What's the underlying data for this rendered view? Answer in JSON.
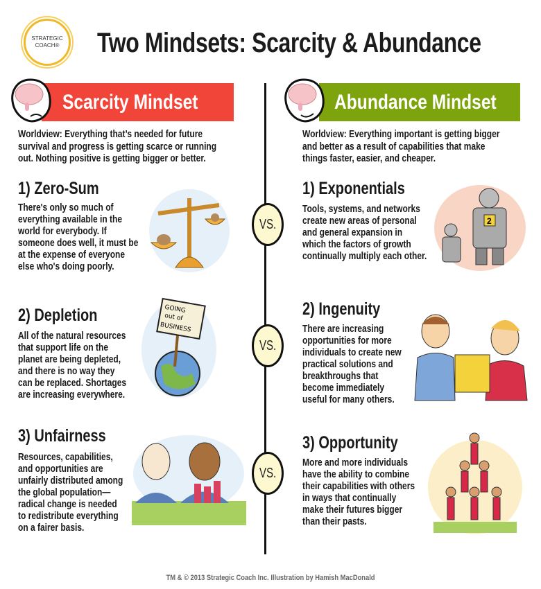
{
  "header": {
    "logo_text": "STRATEGIC\nCOACH®",
    "title": "Two Mindsets: Scarcity & Abundance"
  },
  "colors": {
    "scarcity": "#f2453a",
    "abundance": "#7da40c",
    "vs_fill": "#fdf8cf",
    "logo_gold": "#f0b92a"
  },
  "scarcity": {
    "title": "Scarcity Mindset",
    "worldview": "Worldview: Everything that’s needed for future\nsurvival and progress is getting scarce or running\nout. Nothing positive is getting bigger or better.",
    "items": [
      {
        "heading": "1) Zero-Sum",
        "text": "There's only so much of\neverything available in the\nworld for everybody. If\nsomeone does well, it must be\nat the expense of everyone\nelse who's doing poorly."
      },
      {
        "heading": "2) Depletion",
        "text": "All of the natural resources\nthat support life on the\nplanet are being depleted,\nand there is no way they\ncan be replaced. Shortages\nare increasing everywhere."
      },
      {
        "heading": "3) Unfairness",
        "text": "Resources, capabilities,\nand opportunities are\nunfairly distributed among\nthe global population—\nradical change is needed\nto redistribute everything\non a fairer basis."
      }
    ]
  },
  "abundance": {
    "title": "Abundance Mindset",
    "worldview": "Worldview: Everything important is getting bigger\nand better as a result of capabilities that make\nthings faster, easier, and cheaper.",
    "items": [
      {
        "heading": "1) Exponentials",
        "text": "Tools, systems, and networks\ncreate new areas of personal\nand general expansion in\nwhich the factors of growth\ncontinually multiply each other."
      },
      {
        "heading": "2) Ingenuity",
        "text": "There are increasing\nopportunities for more\nindividuals to create new\npractical solutions and\nbreakthroughs that\nbecome immediately\nuseful for many others."
      },
      {
        "heading": "3) Opportunity",
        "text": "More and more individuals\nhave the ability to combine\ntheir capabilities with others\nin ways that continually\nmake their futures bigger\nthan their pasts."
      }
    ]
  },
  "vs_label": "VS.",
  "illustrations": {
    "sign_text": "GOING\nout of\nBUSINESS",
    "robot_badge": "2"
  },
  "footer": "TM & © 2013 Strategic Coach Inc. Illustration by Hamish MacDonald"
}
